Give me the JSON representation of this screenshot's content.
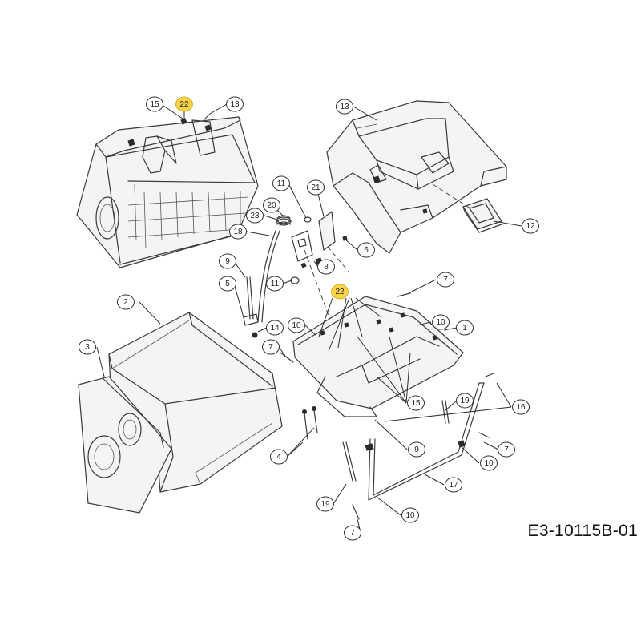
{
  "document_code": "E3-10115B-01",
  "colors": {
    "callout_highlight": "#f7d34a",
    "line": "#3a3a3a",
    "background": "#ffffff"
  },
  "parts": [
    {
      "id": "collector-upper-frame",
      "callout": "13"
    },
    {
      "id": "collector-cover",
      "callout": "13"
    },
    {
      "id": "cover-handle",
      "callout": "12"
    },
    {
      "id": "flap-bracket",
      "callout": "21"
    },
    {
      "id": "flap-spring",
      "callout": "23"
    },
    {
      "id": "bag-fabric",
      "callout": "2"
    },
    {
      "id": "bag-side-panel",
      "callout": "3"
    },
    {
      "id": "lower-frame",
      "callout": "1"
    },
    {
      "id": "u-handle",
      "callout": "17"
    }
  ],
  "callouts": [
    {
      "label": "15",
      "highlight": false
    },
    {
      "label": "22",
      "highlight": true
    },
    {
      "label": "13",
      "highlight": false
    },
    {
      "label": "13",
      "highlight": false
    },
    {
      "label": "11",
      "highlight": false
    },
    {
      "label": "21",
      "highlight": false
    },
    {
      "label": "20",
      "highlight": false
    },
    {
      "label": "23",
      "highlight": false
    },
    {
      "label": "18",
      "highlight": false
    },
    {
      "label": "12",
      "highlight": false
    },
    {
      "label": "6",
      "highlight": false
    },
    {
      "label": "8",
      "highlight": false
    },
    {
      "label": "9",
      "highlight": false
    },
    {
      "label": "5",
      "highlight": false
    },
    {
      "label": "11",
      "highlight": false
    },
    {
      "label": "22",
      "highlight": true
    },
    {
      "label": "7",
      "highlight": false
    },
    {
      "label": "2",
      "highlight": false
    },
    {
      "label": "14",
      "highlight": false
    },
    {
      "label": "10",
      "highlight": false
    },
    {
      "label": "10",
      "highlight": false
    },
    {
      "label": "1",
      "highlight": false
    },
    {
      "label": "3",
      "highlight": false
    },
    {
      "label": "7",
      "highlight": false
    },
    {
      "label": "15",
      "highlight": false
    },
    {
      "label": "19",
      "highlight": false
    },
    {
      "label": "16",
      "highlight": false
    },
    {
      "label": "9",
      "highlight": false
    },
    {
      "label": "4",
      "highlight": false
    },
    {
      "label": "7",
      "highlight": false
    },
    {
      "label": "10",
      "highlight": false
    },
    {
      "label": "17",
      "highlight": false
    },
    {
      "label": "19",
      "highlight": false
    },
    {
      "label": "10",
      "highlight": false
    },
    {
      "label": "7",
      "highlight": false
    }
  ]
}
